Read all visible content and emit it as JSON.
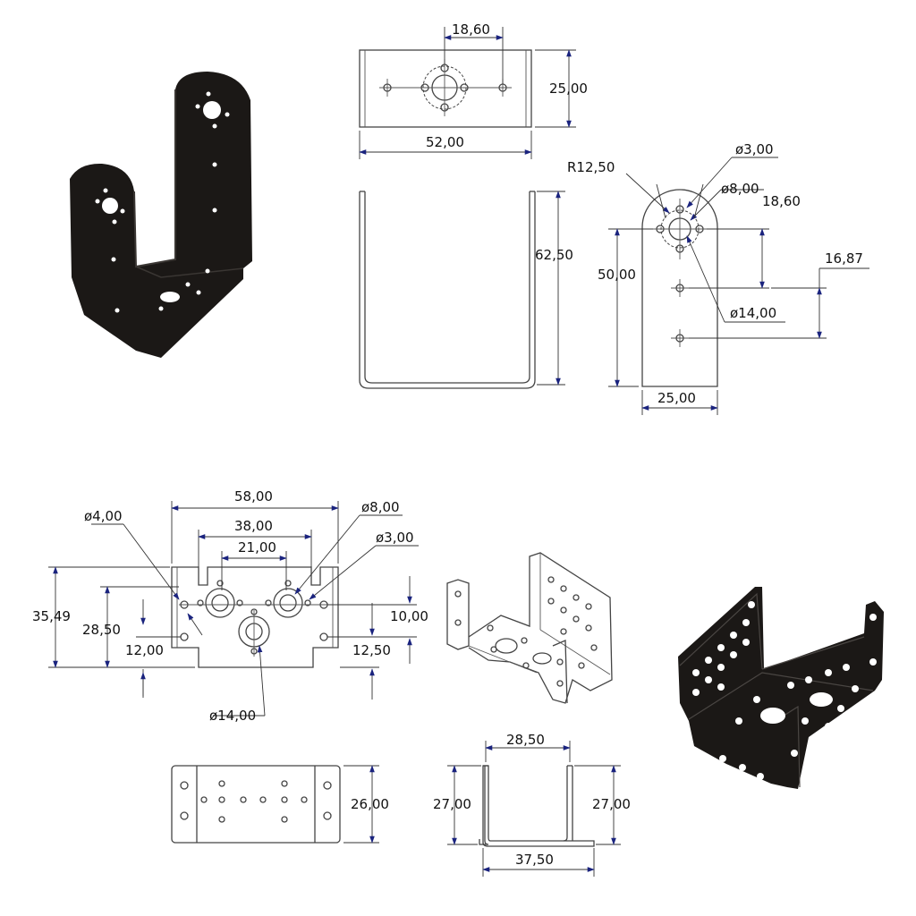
{
  "colors": {
    "ink": "#111111",
    "arrow": "#1a237e",
    "bracket": "#1b1816"
  },
  "icons": [
    "u-bracket-photo",
    "multi-bracket-photo",
    "multi-bracket-isometric"
  ],
  "top_view": {
    "d_width": "52,00",
    "d_height": "25,00",
    "d_holes": "18,60"
  },
  "side_view": {
    "d_height": "62,50"
  },
  "arm_view": {
    "d_radius": "R12,50",
    "d_hole_small": "ø3,00",
    "d_hole_mid": "ø8,00",
    "d_spacing": "18,60",
    "d_height": "50,00",
    "d_spacing2": "16,87",
    "d_hole_big": "ø14,00",
    "d_width": "25,00"
  },
  "base_view": {
    "d_width_outer": "58,00",
    "d_width_mid": "38,00",
    "d_width_inner": "21,00",
    "d_hole_left": "ø4,00",
    "d_hole_mid": "ø8,00",
    "d_hole_small": "ø3,00",
    "d_height_outer": "35,49",
    "d_height_mid": "28,50",
    "d_height_low": "12,00",
    "d_right_top": "10,00",
    "d_right_low": "12,50",
    "d_hole_big": "ø14,00"
  },
  "flat_view": {
    "d_height": "26,00"
  },
  "channel_view": {
    "d_top": "28,50",
    "d_left": "27,00",
    "d_right": "27,00",
    "d_bottom": "37,50"
  }
}
